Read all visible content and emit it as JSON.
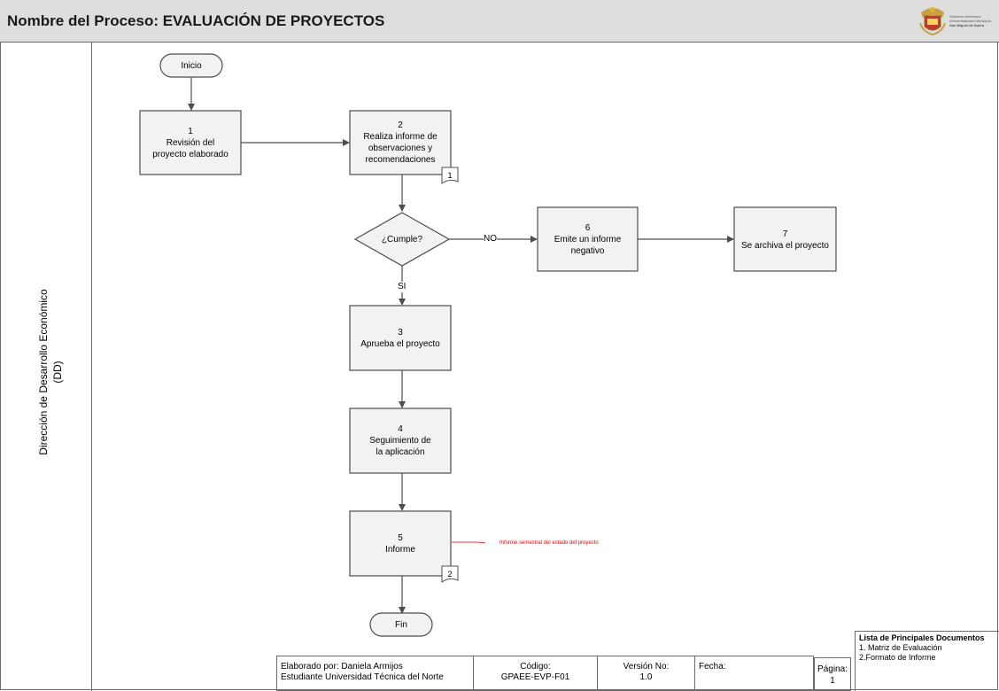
{
  "header": {
    "title": "Nombre del Proceso: EVALUACIÓN DE PROYECTOS",
    "logo_text": [
      "Gobierno Autónomo",
      "Descentralizado Municipal",
      "San Miguel de Ibarra"
    ]
  },
  "lane": {
    "label_line1": "Dirección de Desarrollo Económico",
    "label_line2": "(DD)"
  },
  "nodes": {
    "start": "Inicio",
    "end": "Fin",
    "decision": "¿Cumple?",
    "step1": {
      "number": "1",
      "text": "Revisión del proyecto elaborado"
    },
    "step2": {
      "number": "2",
      "text": "Realiza informe de observaciones y recomendaciones",
      "doc_ref": "1"
    },
    "step3": {
      "number": "3",
      "text": "Aprueba el proyecto"
    },
    "step4": {
      "number": "4",
      "text": "Seguimiento de la aplicación"
    },
    "step5": {
      "number": "5",
      "text": "Informe",
      "doc_ref": "2"
    },
    "step6": {
      "number": "6",
      "text": "Emite un informe negativo"
    },
    "step7": {
      "number": "7",
      "text": "Se archiva el proyecto"
    }
  },
  "edge_labels": {
    "no": "NO",
    "si": "SI"
  },
  "annotation": "Informe semestral del estado del proyecto",
  "documents": {
    "title": "Lista de Principales Documentos",
    "items": [
      "1. Matriz de Evaluación",
      "2.Formato de Informe"
    ]
  },
  "footer": {
    "elaborado_line1": "Elaborado por: Daniela Armijos",
    "elaborado_line2": "Estudiante Universidad Técnica del Norte",
    "codigo_label": "Código:",
    "codigo_value": "GPAEE-EVP-F01",
    "version_label": "Versión No:",
    "version_value": "1.0",
    "fecha_label": "Fecha:",
    "pagina_label": "Página:",
    "pagina_value": "1"
  },
  "colors": {
    "header_bg": "#dedede",
    "node_fill": "#f2f2f2",
    "annotation": "#e00000",
    "stroke": "#4d4d4d"
  }
}
